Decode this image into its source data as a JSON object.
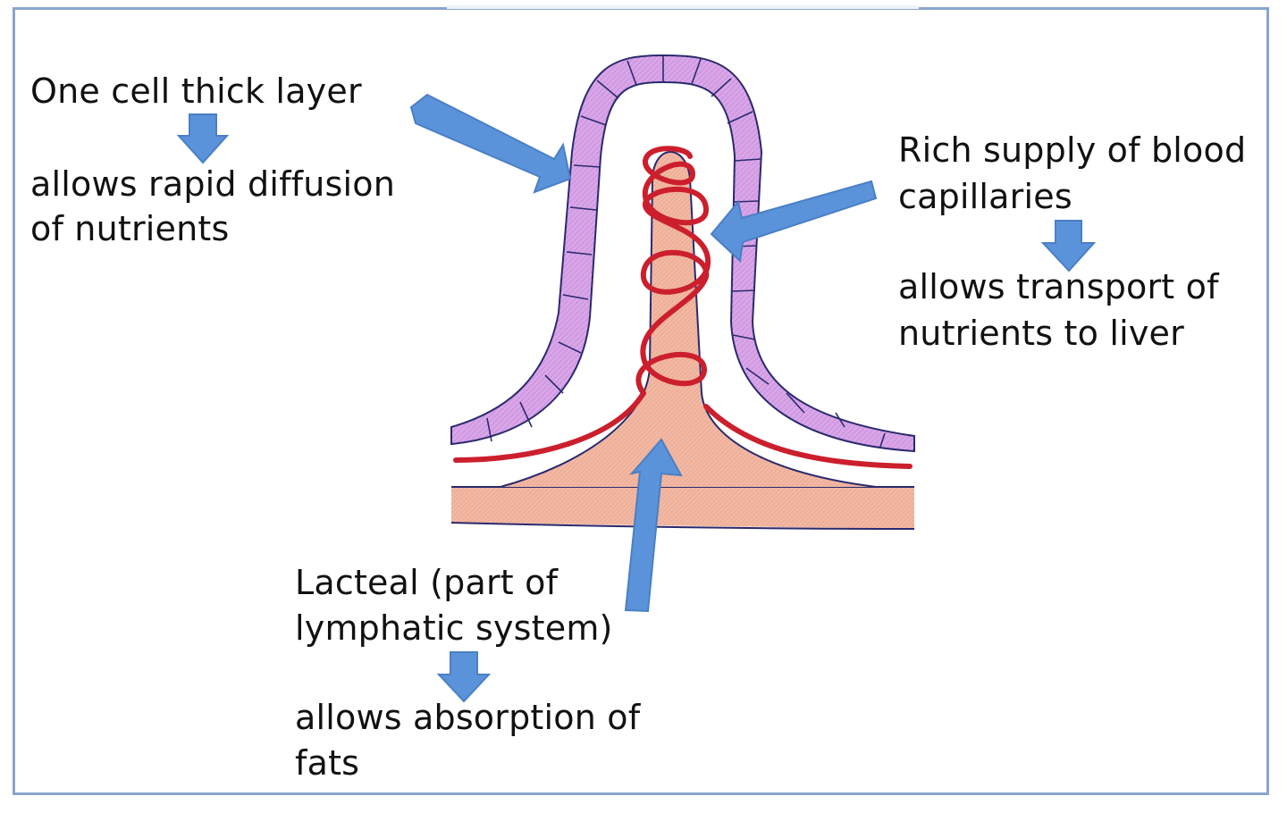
{
  "labels": {
    "epithelium": {
      "feature": "One cell thick layer",
      "benefit_line1": "allows rapid diffusion",
      "benefit_line2": "of nutrients"
    },
    "capillaries": {
      "feature_line1": "Rich supply of blood",
      "feature_line2": "capillaries",
      "benefit_line1": "allows transport of",
      "benefit_line2": "nutrients to liver"
    },
    "lacteal": {
      "feature_line1": "Lacteal (part of",
      "feature_line2": "lymphatic system)",
      "benefit_line1": "allows absorption of",
      "benefit_line2": "fats"
    }
  },
  "colors": {
    "epithelium_fill": "#d9a6e8",
    "outline": "#2a2a6e",
    "lacteal_fill": "#f2b9a4",
    "capillary": "#cc1f2d",
    "arrow_fill": "#5b93da",
    "arrow_stroke": "#4a7fc4",
    "frame": "#8aa6cc"
  }
}
